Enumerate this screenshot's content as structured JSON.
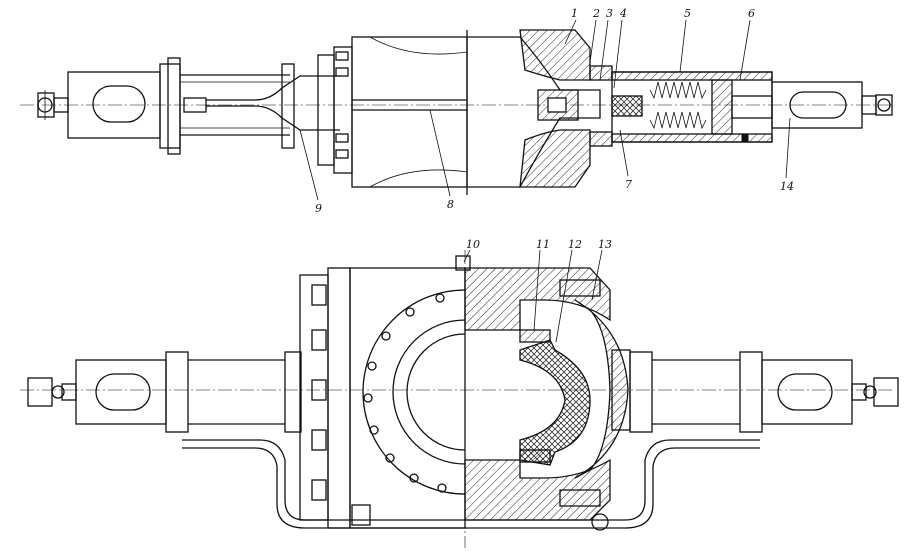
{
  "callouts": {
    "top": [
      "1",
      "2",
      "3",
      "4",
      "5",
      "6",
      "7",
      "8",
      "9",
      "14"
    ],
    "bottom": [
      "10",
      "11",
      "12",
      "13"
    ]
  },
  "colors": {
    "ink": "#111111",
    "paper": "#ffffff"
  }
}
